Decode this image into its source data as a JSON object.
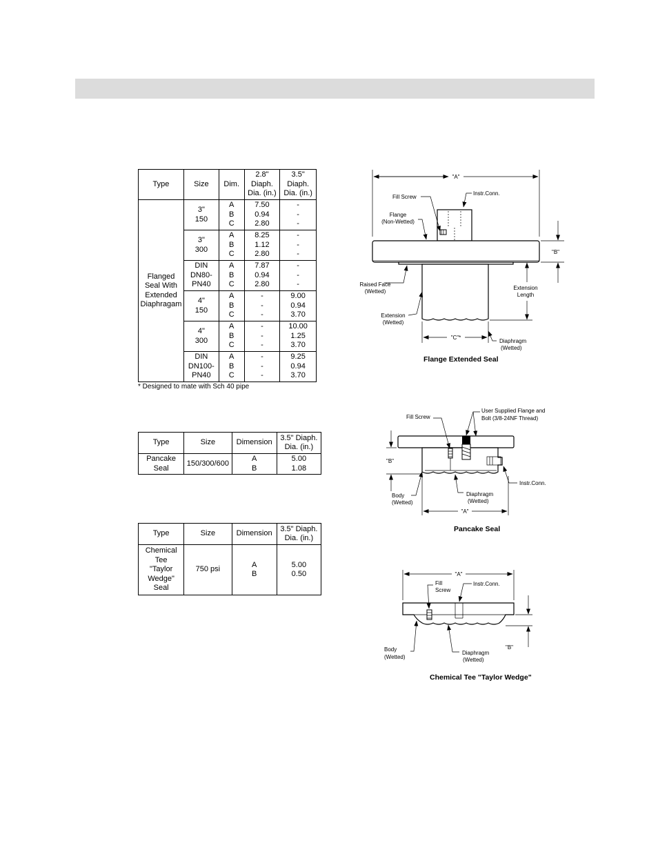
{
  "table1": {
    "headers": [
      "Type",
      "Size",
      "Dim.",
      "2.8\"\nDiaph.\nDia. (in.)",
      "3.5\"\nDiaph.\nDia. (in.)"
    ],
    "type": "Flanged\nSeal With\nExtended\nDiaphragam",
    "groups": [
      {
        "size": "3\"\n150",
        "dims": "A\nB\nC",
        "d28": "7.50\n0.94\n2.80",
        "d35": "-\n-\n-"
      },
      {
        "size": "3\"\n300",
        "dims": "A\nB\nC",
        "d28": "8.25\n1.12\n2.80",
        "d35": "-\n-\n-"
      },
      {
        "size": "DIN\nDN80-\nPN40",
        "dims": "A\nB\nC",
        "d28": "7.87\n0.94\n2.80",
        "d35": "-\n-\n-"
      },
      {
        "size": "4\"\n150",
        "dims": "A\nB\nC",
        "d28": "-\n-\n-",
        "d35": "9.00\n0.94\n3.70"
      },
      {
        "size": "4\"\n300",
        "dims": "A\nB\nC",
        "d28": "-\n-\n-",
        "d35": "10.00\n1.25\n3.70"
      },
      {
        "size": "DIN\nDN100-\nPN40",
        "dims": "A\nB\nC",
        "d28": "-\n-\n-",
        "d35": "9.25\n0.94\n3.70"
      }
    ],
    "footnote": "* Designed to mate with Sch 40 pipe"
  },
  "table2": {
    "headers": [
      "Type",
      "Size",
      "Dimension",
      "3.5\" Diaph.\nDia. (in.)"
    ],
    "row": {
      "type": "Pancake\nSeal",
      "size": "150/300/600",
      "dims": "A\nB",
      "d35": "5.00\n1.08"
    }
  },
  "table3": {
    "headers": [
      "Type",
      "Size",
      "Dimension",
      "3.5\" Diaph.\nDia. (in.)"
    ],
    "row": {
      "type": "Chemical\nTee\n\"Taylor\nWedge\"\nSeal",
      "size": "750 psi",
      "dims": "A\nB",
      "d35": "5.00\n0.50"
    }
  },
  "fig1": {
    "caption": "Flange Extended Seal",
    "dim_a": "\"A\"",
    "dim_b": "\"B\"",
    "dim_c": "\"C\"*",
    "fill_screw": "Fill Screw",
    "instr_conn": "Instr.Conn.",
    "flange_l1": "Flange",
    "flange_l2": "(Non-Wetted)",
    "raised_l1": "Raised Face",
    "raised_l2": "(Wetted)",
    "ext_l1": "Extension",
    "ext_l2": "(Wetted)",
    "extlen_l1": "Extension",
    "extlen_l2": "Length",
    "diaph_l1": "Diaphragm",
    "diaph_l2": "(Wetted)"
  },
  "fig2": {
    "caption": "Pancake Seal",
    "dim_a": "\"A\"",
    "dim_b": "\"B\"",
    "fill_screw": "Fill Screw",
    "user_l1": "User Supplied Flange and",
    "user_l2": "Bolt (3/8-24NF Thread)",
    "instr_conn": "Instr.Conn.",
    "body_l1": "Body",
    "body_l2": "(Wetted)",
    "diaph_l1": "Diaphragm",
    "diaph_l2": "(Wetted)"
  },
  "fig3": {
    "caption": "Chemical Tee \"Taylor Wedge\"",
    "dim_a": "\"A\"",
    "dim_b": "\"B\"",
    "fill_l1": "Fill",
    "fill_l2": "Screw",
    "instr_conn": "Instr.Conn.",
    "body_l1": "Body",
    "body_l2": "(Wetted)",
    "diaph_l1": "Diaphragm",
    "diaph_l2": "(Wetted)"
  }
}
